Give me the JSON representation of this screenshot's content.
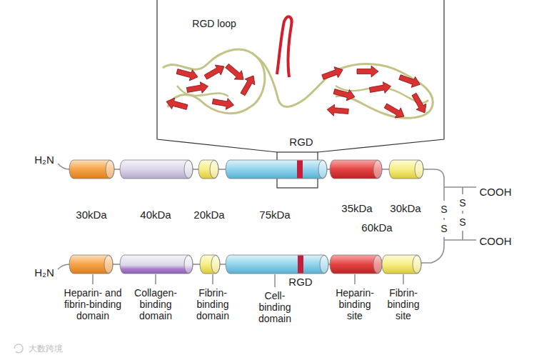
{
  "diagram": {
    "nodes": [
      {
        "text": [
          "30kDa"
        ]
      },
      {
        "text": [
          "40kDa"
        ]
      },
      {
        "text": [
          "20kDa"
        ]
      },
      {
        "text": [
          "75kDa"
        ]
      },
      {
        "text": [
          "35kDa"
        ]
      },
      {
        "text": [
          "30kDa"
        ]
      },
      {
        "text": [
          "Heparin- and fibrin-binding domain"
        ]
      },
      {
        "text": [
          "Collagen- binding domain"
        ]
      },
      {
        "text": [
          "Fibrin- binding domain"
        ]
      },
      {
        "text": [
          "Cell- binding domain"
        ]
      },
      {
        "text": [
          "Heparin- binding site"
        ]
      },
      {
        "text": [
          "Fibrin- binding site"
        ]
      }
    ],
    "edges": [
      {
        "from": 0,
        "to": 1,
        "arrow": "none"
      },
      {
        "from": 1,
        "to": 2,
        "arrow": "none"
      },
      {
        "from": 2,
        "to": 3,
        "arrow": "none"
      },
      {
        "from": 3,
        "to": 4,
        "arrow": "none"
      },
      {
        "from": 4,
        "to": 5,
        "arrow": "none"
      },
      {
        "from": 6,
        "to": 7,
        "arrow": "none"
      },
      {
        "from": 7,
        "to": 8,
        "arrow": "none"
      },
      {
        "from": 8,
        "to": 9,
        "arrow": "none"
      },
      {
        "from": 9,
        "to": 10,
        "arrow": "none"
      }
    ],
    "labels": [
      "RGD loop",
      "RGD",
      "H₂N",
      "COOH",
      "S",
      "S",
      "S",
      "S",
      "COOH",
      "60kDa",
      "H₂N",
      "RGD",
      "大数跨境"
    ]
  }
}
